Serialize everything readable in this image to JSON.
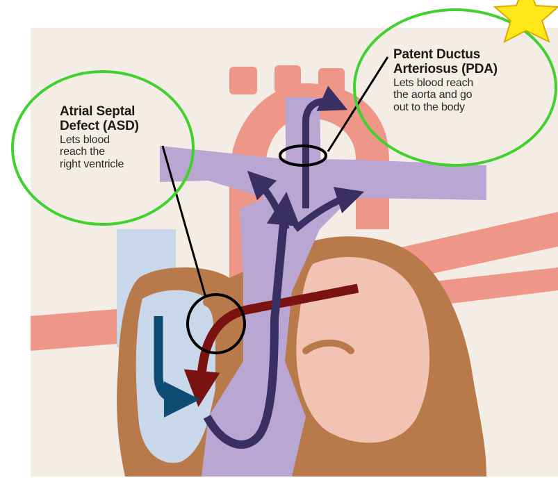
{
  "annotations": {
    "asd": {
      "title_line1": "Atrial Septal",
      "title_line2": "Defect (ASD)",
      "desc_line1": "Lets blood",
      "desc_line2": "reach the",
      "desc_line3": "right ventricle"
    },
    "pda": {
      "title_line1": "Patent Ductus",
      "title_line2": "Arteriosus (PDA)",
      "desc_line1": "Lets blood reach",
      "desc_line2": "the aorta and go",
      "desc_line3": "out to the body"
    }
  },
  "colors": {
    "background": "#f4ede6",
    "heart_muscle": "#b87a4a",
    "right_chamber": "#c9d7ea",
    "left_chamber": "#f2c3b3",
    "pulmonary_artery": "#b9a6d3",
    "aorta": "#ee9788",
    "oxygen_poor_arrow": "#0e4b73",
    "oxygen_rich_arrow": "#7a1212",
    "mixed_arrow": "#3a2f63",
    "highlight_circle": "#41d12e",
    "star": "#ffe81a"
  }
}
